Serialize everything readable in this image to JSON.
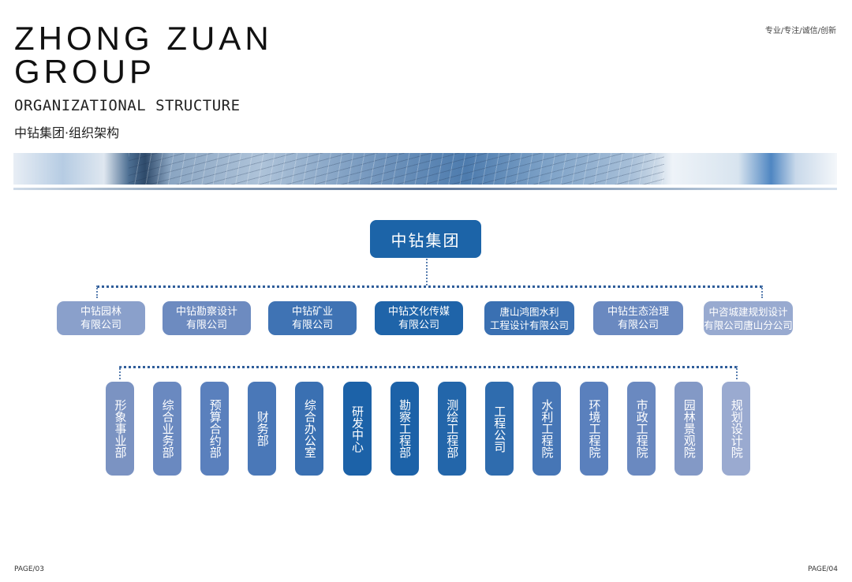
{
  "header": {
    "brand_line1": "ZHONG ZUAN",
    "brand_line2": "GROUP",
    "subtitle_en": "ORGANIZATIONAL STRUCTURE",
    "subtitle_cn": "中钻集团·组织架构",
    "slogan": "专业/专注/诚信/创新"
  },
  "org": {
    "root": "中钻集团",
    "subsidiaries": [
      {
        "line1": "中钻园林",
        "line2": "有限公司",
        "color": "#8aa0cb"
      },
      {
        "line1": "中钻勘察设计",
        "line2": "有限公司",
        "color": "#6d8bc0"
      },
      {
        "line1": "中钻矿业",
        "line2": "有限公司",
        "color": "#3f73b4"
      },
      {
        "line1": "中钻文化传媒",
        "line2": "有限公司",
        "color": "#1f64a9"
      },
      {
        "line1": "唐山鸿图水利",
        "line2": "工程设计有限公司",
        "color": "#3a70b2"
      },
      {
        "line1": "中钻生态治理",
        "line2": "有限公司",
        "color": "#6a89c0"
      },
      {
        "line1": "中咨城建规划设计",
        "line2": "有限公司唐山分公司",
        "color": "#98aad0"
      }
    ],
    "departments": [
      {
        "label": "形象事业部",
        "color": "#7b93c2"
      },
      {
        "label": "综合业务部",
        "color": "#6a89c0"
      },
      {
        "label": "预算合约部",
        "color": "#5a80bd"
      },
      {
        "label": "财务部",
        "color": "#4a78b8"
      },
      {
        "label": "综合办公室",
        "color": "#3a70b2"
      },
      {
        "label": "研发中心",
        "color": "#1c62a8"
      },
      {
        "label": "勘察工程部",
        "color": "#1c62a8"
      },
      {
        "label": "测绘工程部",
        "color": "#2366aa"
      },
      {
        "label": "工程公司",
        "color": "#2f6cae"
      },
      {
        "label": "水利工程院",
        "color": "#4676b6"
      },
      {
        "label": "环境工程院",
        "color": "#5a80bd"
      },
      {
        "label": "市政工程院",
        "color": "#6a89c0"
      },
      {
        "label": "园林景观院",
        "color": "#8399c6"
      },
      {
        "label": "规划设计院",
        "color": "#9aaad0"
      }
    ]
  },
  "footer": {
    "left": "PAGE/03",
    "right": "PAGE/04"
  }
}
